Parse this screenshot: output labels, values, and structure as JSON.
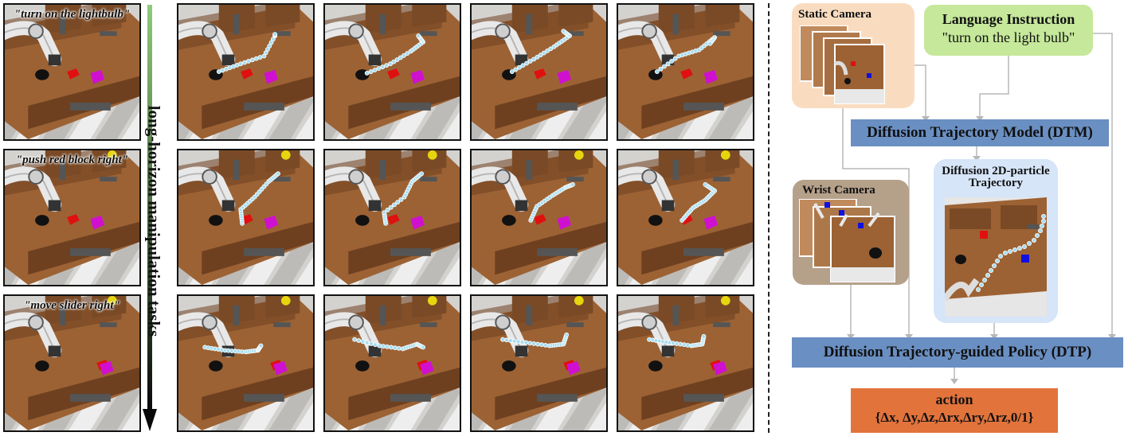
{
  "tasks": [
    {
      "instruction": "\"turn on the lightbulb\""
    },
    {
      "instruction": "\"push red block right\""
    },
    {
      "instruction": "\"move slider right\""
    }
  ],
  "axis_label": "long-horizon manipulation tasks",
  "pipeline": {
    "static_camera": "Static Camera",
    "language_title": "Language Instruction",
    "language_text": "\"turn on the light bulb\"",
    "dtm": "Diffusion Trajectory Model (DTM)",
    "particle_line1": "Diffusion 2D-particle",
    "particle_line2": "Trajectory",
    "wrist_camera": "Wrist Camera",
    "dtp": "Diffusion Trajectory-guided Policy (DTP)",
    "action_title": "action",
    "action_vector": "{Δx, Δy,Δz,Δrx,Δry,Δrz,0/1}"
  },
  "colors": {
    "table": "#9c6234",
    "table_dark": "#6e4020",
    "red_block": "#e01010",
    "pink_block": "#d010d0",
    "trajectory": "#a8dcef",
    "dtm_fill": "#6a8fc2",
    "action_fill": "#e2733b",
    "language_fill": "#c5e89a",
    "static_fill": "#f9dcc0",
    "wrist_fill": "#b5a08a",
    "particle_fill": "#d6e5f8"
  }
}
